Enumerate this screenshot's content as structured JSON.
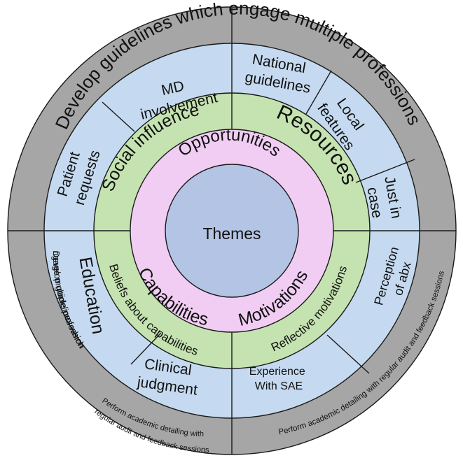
{
  "center": {
    "label": "Themes"
  },
  "themes": {
    "opportunities": "Opportunities",
    "capabilities": "Capabilities",
    "motivations": "Motivations"
  },
  "subthemes": {
    "social_influence": "Social influence",
    "resources": "Resources",
    "beliefs_about_capabilities": "Beliefs about capabilities",
    "reflective_motivations": "Reflective motivations"
  },
  "factors": {
    "md_involvement": [
      "MD",
      "involvement"
    ],
    "patient_requests": [
      "Patient",
      "requests"
    ],
    "national_guidelines": [
      "National",
      "guidelines"
    ],
    "local_features": [
      "Local",
      "features"
    ],
    "just_in_case": [
      "Just in",
      "case"
    ],
    "education": "Education",
    "clinical_judgment": [
      "Clinical",
      "judgment"
    ],
    "experience_with_sae": [
      "Experience",
      "With SAE"
    ],
    "perception_of_abx": [
      "Perception",
      "of abx"
    ]
  },
  "interventions": {
    "top": "Develop guidelines which engage multiple professions",
    "left": [
      "Develop guidelines which",
      "engage multiple professions"
    ],
    "bottom_left": [
      "Perform academic detailing with",
      "regular audit and feedback sessions"
    ],
    "bottom_right": "Perform academic detailing with regular audit and feedback sessions"
  },
  "colors": {
    "outer_ring": "#a6a6a6",
    "factor_ring": "#c5daf0",
    "subtheme_ring": "#c5e3b0",
    "theme_ring": "#f1cdf3",
    "center": "#b3c4e4",
    "line": "#1a1a1a"
  }
}
